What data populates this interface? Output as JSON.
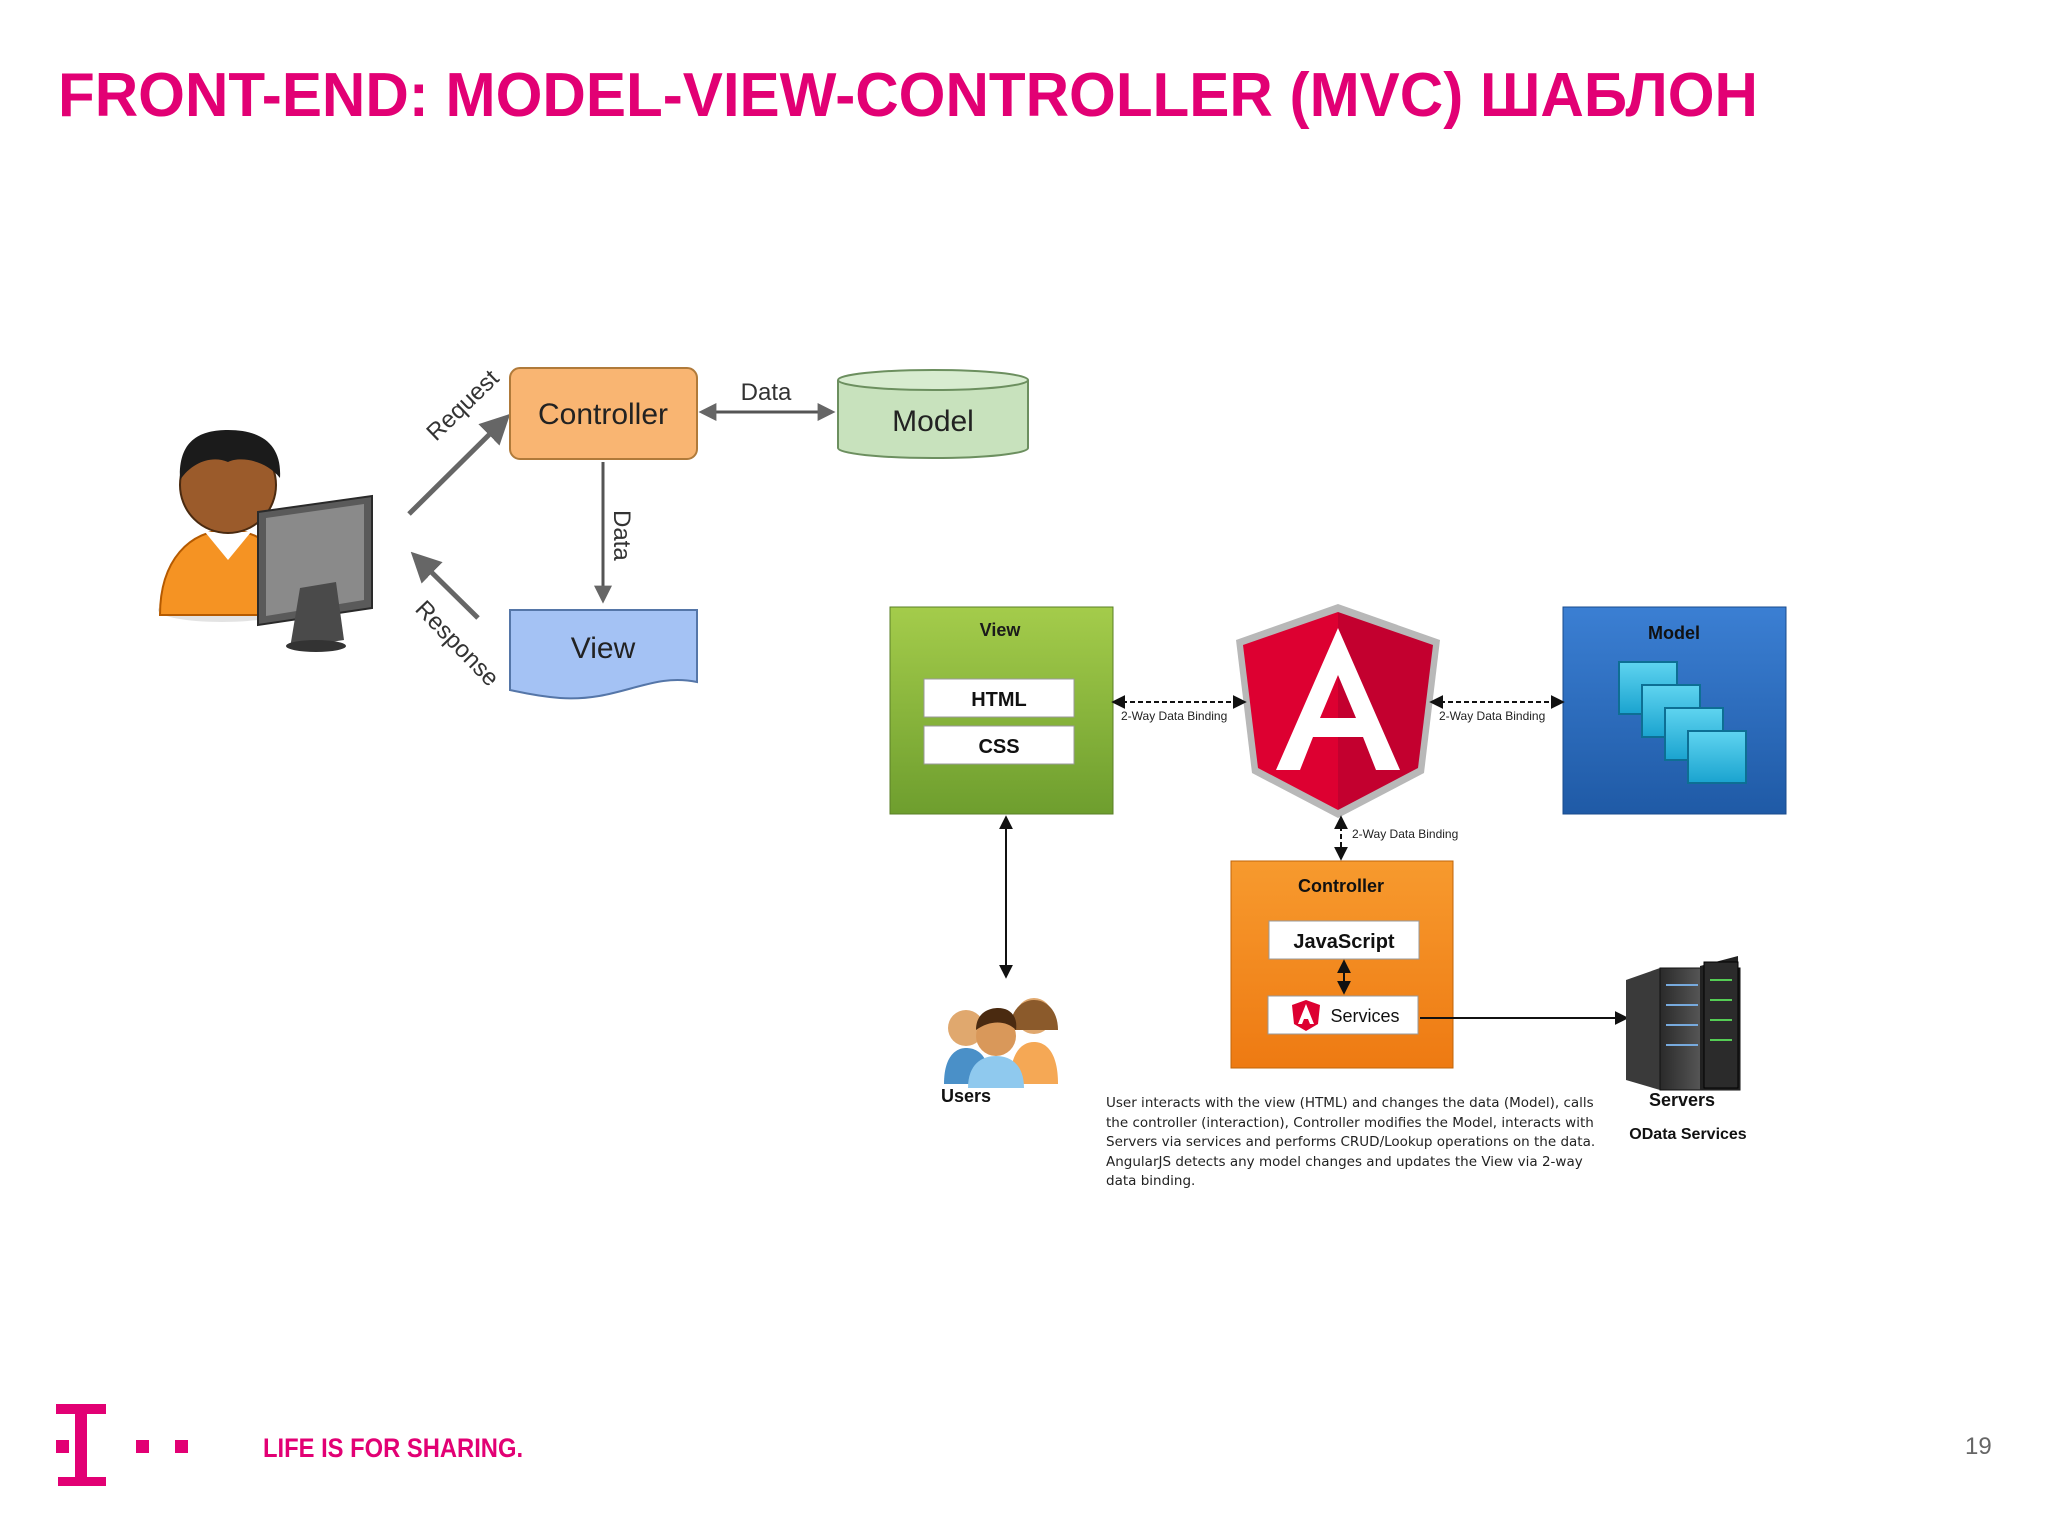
{
  "slide": {
    "title": "FRONT-END: MODEL-VIEW-CONTROLLER (MVC) ШАБЛОН",
    "page_number": "19",
    "tagline": "LIFE IS FOR SHARING."
  },
  "colors": {
    "brand": "#e20074",
    "controller_orange": "#f9b572",
    "model_green": "#c8e2bd",
    "view_blue": "#a4c2f4",
    "angular_red": "#dd0031",
    "view_green": "#8bc34a",
    "model_blue": "#2f6ec1",
    "controller_box_orange": "#f7941d"
  },
  "simple_mvc": {
    "controller": "Controller",
    "model": "Model",
    "view": "View",
    "request": "Request",
    "response": "Response",
    "data_top": "Data",
    "data_vertical": "Data"
  },
  "angular_mvc": {
    "view_title": "View",
    "html": "HTML",
    "css": "CSS",
    "model_title": "Model",
    "controller_title": "Controller",
    "javascript": "JavaScript",
    "services": "Services",
    "binding_left": "2-Way Data Binding",
    "binding_right": "2-Way Data Binding",
    "binding_bottom": "2-Way Data Binding",
    "users": "Users",
    "servers": "Servers",
    "odata": "OData Services",
    "description": "User interacts with the view (HTML) and changes the data (Model), calls the controller (interaction), Controller modifies the Model, interacts with Servers via services and performs CRUD/Lookup operations on the data.  AngularJS detects any model changes and updates the View via 2-way data binding."
  }
}
